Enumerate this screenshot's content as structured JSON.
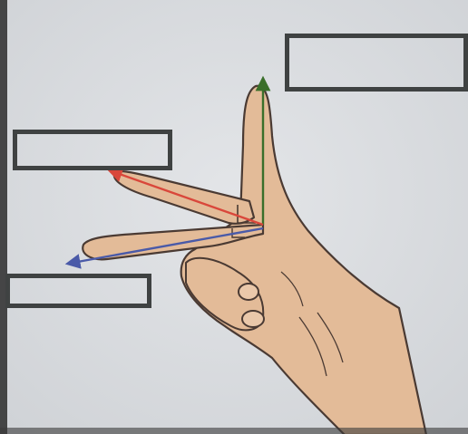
{
  "figure": {
    "labels": [
      {
        "id": "box-top-right",
        "text": ""
      },
      {
        "id": "box-left-mid",
        "text": ""
      },
      {
        "id": "box-left-low",
        "text": ""
      }
    ],
    "vector_colors": {
      "up": "#3a6f2a",
      "left_upper": "#d9473b",
      "left_lower": "#4a5aa8"
    },
    "paper_color": "#dcdfe2",
    "skin_color": "#e3bb98"
  }
}
